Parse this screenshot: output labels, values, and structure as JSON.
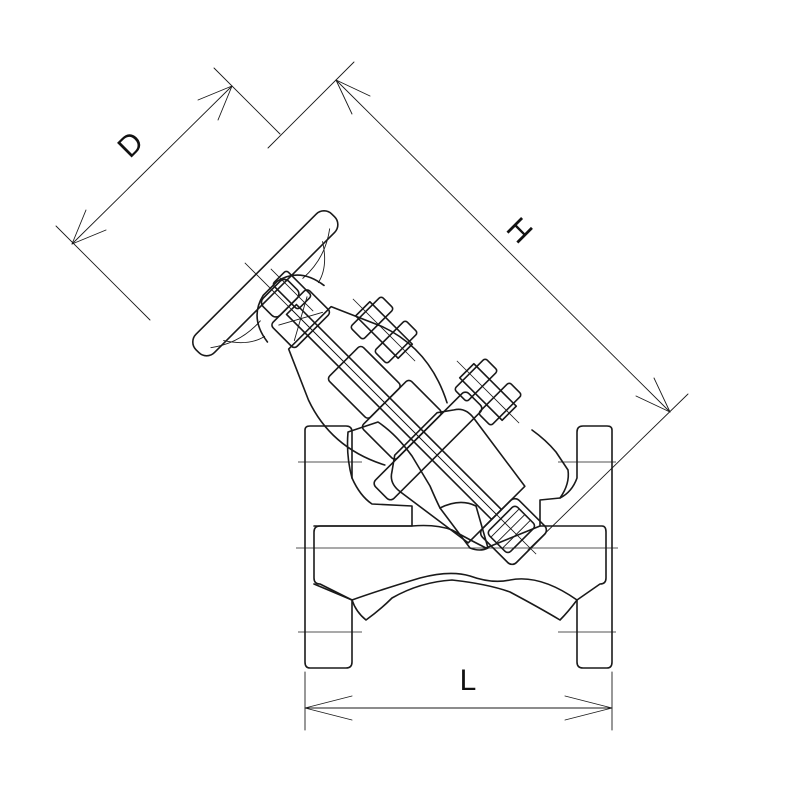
{
  "dimensions": {
    "face_to_face": "L",
    "height": "H",
    "handwheel_diameter": "D"
  }
}
